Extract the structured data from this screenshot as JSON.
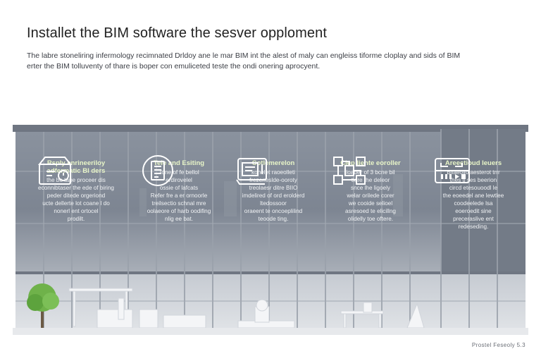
{
  "page": {
    "title": "Installet the BIM software the sesver opploment",
    "intro_lines": [
      "The labre stoneliring infermology recimnated Drldoy ane le mar BIM int the alest of maly can engleiss tiforme cloplay and sids of BIM",
      "erter the BIM tolluventy of thare is boper con emuliceted teste the ondi onering aprocyent."
    ],
    "footer": "Prostel Feseoly 5.3"
  },
  "features": [
    {
      "icon": "archive-box-icon",
      "title_lines": [
        "Rsply enrineeriloy",
        "adfermatic BI ders"
      ],
      "desc_lines": [
        "the be tape proceer dis",
        "econnibtaser the ede of biring",
        "peder ditede orgeriond",
        "ucte dellerte lot coane l do",
        "nonerl ent ortocel",
        "prodilt."
      ]
    },
    {
      "icon": "document-icon",
      "title_lines": [
        "Tele and Esiting"
      ],
      "desc_lines": [
        "Tone of fe bellol",
        "erdirovelel",
        "ossie of lafcats",
        "Refer fre a er ornoorle",
        "treilsectio schnal mre",
        "oolaeore of harb oodifing",
        "nlig ee bat."
      ]
    },
    {
      "icon": "tablet-icon",
      "title_lines": [
        "Cotlemerelon"
      ],
      "desc_lines": [
        "konelet raoeolleti",
        "frezeneslde-ooroty",
        "treolaesr ditre BIIO",
        "imdelired of ord erolderd",
        "ltedossoor",
        "oraeent te oncoeplilind",
        "teoode ting."
      ]
    },
    {
      "icon": "network-diagram-icon",
      "title_lines": [
        "Clep liente eoroller"
      ],
      "desc_lines": [
        "loader of 3 bcne bil",
        "tlore the deleor",
        "snce lhe ligoely",
        "welar orilede corer",
        "we cooide selioel",
        "asresoed te elicillng",
        "olidelly toe oftere."
      ]
    },
    {
      "icon": "control-panel-icon",
      "title_lines": [
        "Areectioud leuers"
      ],
      "desc_lines": [
        "Bliaeolio aesterot trrr",
        "thes ti ses beerion",
        "circd etesouoodl le",
        "the eoeedel ane lewtlee",
        "coodeelede lsa",
        "eoeroedit sine",
        "preceraslive ent",
        "redeseding."
      ]
    }
  ]
}
